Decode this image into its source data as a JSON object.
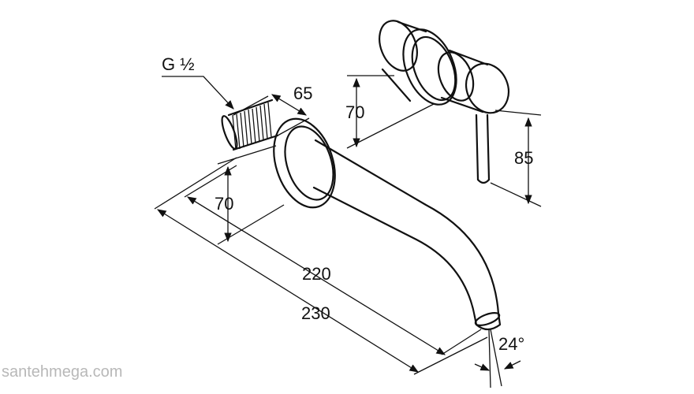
{
  "thread_label": "G ½",
  "dimensions": {
    "thread_length": "65",
    "mixer_rosette_height": "70",
    "spout_rosette_height": "70",
    "handle_height": "85",
    "spout_projection_inner": "220",
    "spout_projection_outer": "230",
    "outlet_angle": "24°"
  },
  "watermark": "santehmega.com"
}
